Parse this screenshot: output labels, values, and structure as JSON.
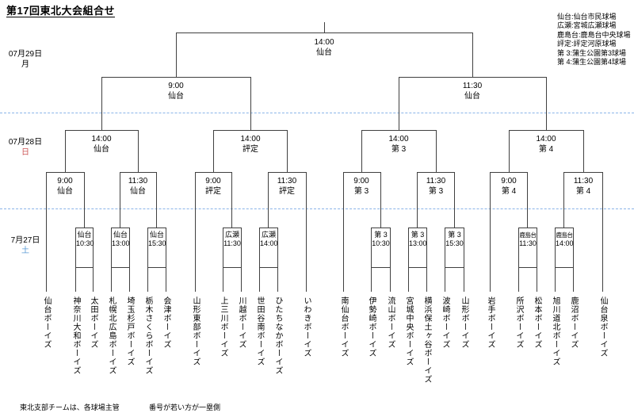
{
  "title": "第17回東北大会組合せ",
  "venue_legend": [
    "仙台:仙台市民球場",
    "広瀬:宮城広瀬球場",
    "鹿島台:鹿島台中央球場",
    "評定:評定河原球場",
    "第 3:蒲生公園第3球場",
    "第 4:蒲生公園第4球場"
  ],
  "dates": {
    "day1": {
      "date": "7月27日",
      "weekday": "土"
    },
    "day2": {
      "date": "07月28日",
      "weekday": "日"
    },
    "day3": {
      "date": "07月29日",
      "weekday": "月"
    }
  },
  "bracket": {
    "final": {
      "time": "14:00",
      "venue": "仙台"
    },
    "semifinals": [
      {
        "time": "9:00",
        "venue": "仙台"
      },
      {
        "time": "11:30",
        "venue": "仙台"
      }
    ],
    "quarterfinals": [
      {
        "time": "14:00",
        "venue": "仙台"
      },
      {
        "time": "14:00",
        "venue": "評定"
      },
      {
        "time": "14:00",
        "venue": "第 3"
      },
      {
        "time": "14:00",
        "venue": "第 4"
      }
    ],
    "round2": [
      {
        "time": "9:00",
        "venue": "仙台"
      },
      {
        "time": "11:30",
        "venue": "仙台"
      },
      {
        "time": "9:00",
        "venue": "評定"
      },
      {
        "time": "11:30",
        "venue": "評定"
      },
      {
        "time": "9:00",
        "venue": "第 3"
      },
      {
        "time": "11:30",
        "venue": "第 3"
      },
      {
        "time": "9:00",
        "venue": "第 4"
      },
      {
        "time": "11:30",
        "venue": "第 4"
      }
    ],
    "round1": [
      {
        "venue": "仙台",
        "time": "10:30"
      },
      {
        "venue": "仙台",
        "time": "13:00"
      },
      {
        "venue": "仙台",
        "time": "15:30"
      },
      {
        "venue": "広瀬",
        "time": "11:30"
      },
      {
        "venue": "広瀬",
        "time": "14:00"
      },
      {
        "venue": "第 3",
        "time": "10:30"
      },
      {
        "venue": "第 3",
        "time": "13:00"
      },
      {
        "venue": "第 3",
        "time": "15:30"
      },
      {
        "venue": "鹿島台",
        "time": "11:30"
      },
      {
        "venue": "鹿島台",
        "time": "14:00"
      }
    ],
    "teams": [
      "仙台ボーイズ",
      "神奈川大和ボーイズ",
      "太田ボーイズ",
      "札幌北広島ボーイズ",
      "埼玉杉戸ボーイズ",
      "栃木さくらボーイズ",
      "会津ボーイズ",
      "山形東部ボーイズ",
      "上三川ボーイズ",
      "川越ボーイズ",
      "世田谷南ボーイズ",
      "ひたちなかボーイズ",
      "いわきボーイズ",
      "南仙台ボーイズ",
      "伊勢崎ボーイズ",
      "流山ボーイズ",
      "宮城中央ボーイズ",
      "横浜保土ヶ谷ボーイズ",
      "波崎ボーイズ",
      "山形ボーイズ",
      "岩手ボーイズ",
      "所沢ボーイズ",
      "松本ボーイズ",
      "旭川道北ボーイズ",
      "鹿沼ボーイズ",
      "仙台泉ボーイズ"
    ]
  },
  "footer": {
    "left": "東北支部チームは、各球場主管",
    "right": "番号が若い方が一塁側"
  },
  "colors": {
    "bracket_line": "#404040",
    "date_divider": "#8ab4e8",
    "sunday_red": "#cc5555",
    "saturday_blue": "#5b9bd5"
  }
}
